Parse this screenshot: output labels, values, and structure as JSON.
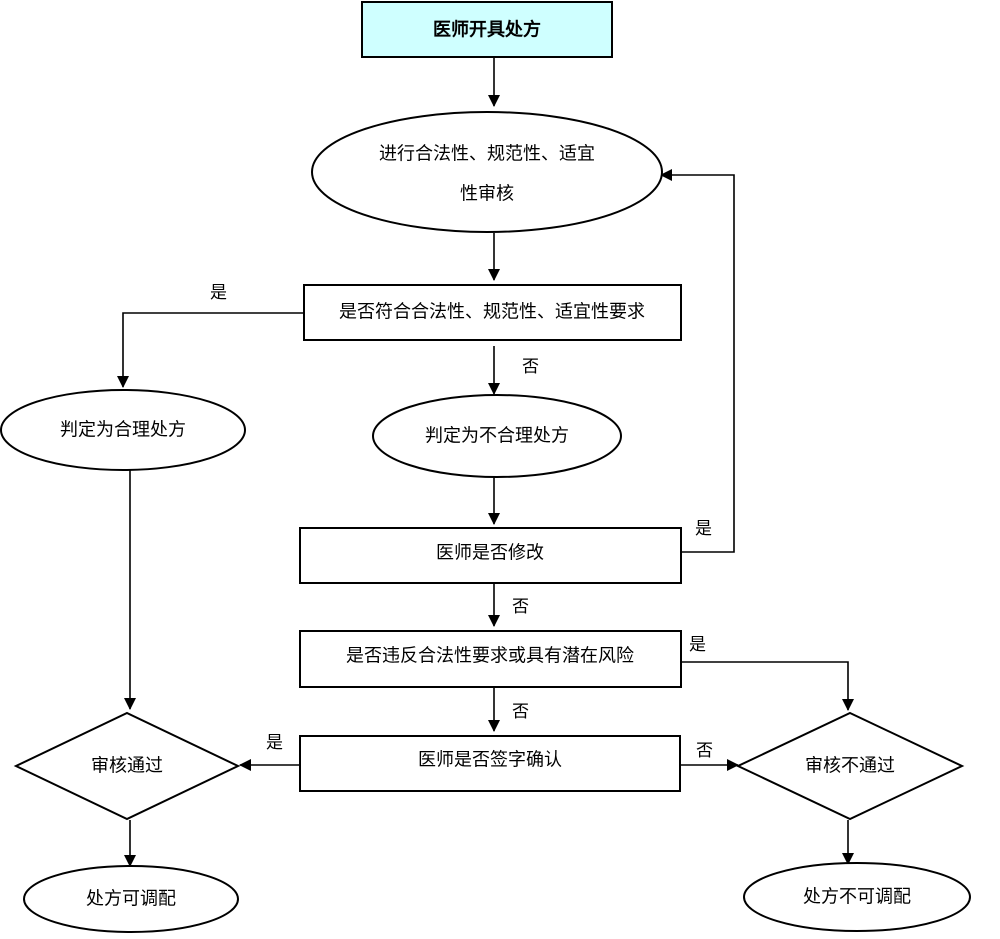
{
  "nodes": {
    "start": "医师开具处方",
    "review_line1": "进行合法性、规范性、适宜",
    "review_line2": "性审核",
    "compliant_check": "是否符合合法性、规范性、适宜性要求",
    "reasonable": "判定为合理处方",
    "unreasonable": "判定为不合理处方",
    "doctor_modify": "医师是否修改",
    "risk_check": "是否违反合法性要求或具有潜在风险",
    "doctor_sign": "医师是否签字确认",
    "passed": "审核通过",
    "not_passed": "审核不通过",
    "dispensable": "处方可调配",
    "not_dispensable": "处方不可调配"
  },
  "edge_labels": {
    "compliant_yes": "是",
    "compliant_no": "否",
    "modify_yes": "是",
    "modify_no": "否",
    "risk_yes": "是",
    "risk_no": "否",
    "sign_yes": "是",
    "sign_no": "否"
  },
  "colors": {
    "start_fill": "#cfffff",
    "stroke": "#000000"
  }
}
